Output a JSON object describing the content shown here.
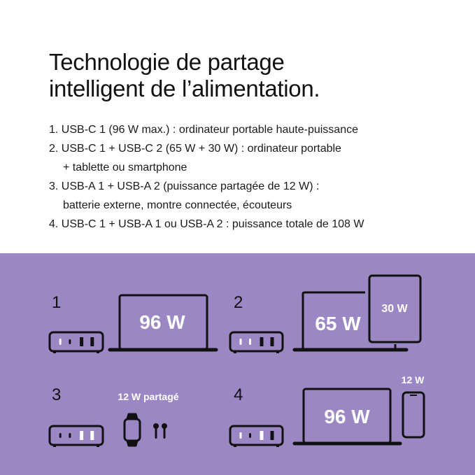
{
  "title": {
    "line1": "Technologie de partage",
    "line2": "intelligent de l’alimentation."
  },
  "modes": [
    {
      "line1": "1.  USB-C 1 (96 W max.) : ordinateur portable haute-puissance"
    },
    {
      "line1": "2. USB-C 1 + USB-C 2 (65 W + 30 W) : ordinateur portable",
      "line2": "+ tablette ou smartphone"
    },
    {
      "line1": "3. USB-A 1 + USB-A 2 (puissance partagée de 12 W) :",
      "line2": "batterie externe, montre connectée, écouteurs"
    },
    {
      "line1": "4. USB-C 1 + USB-A 1 ou USB-A 2 : puissance totale de 108 W"
    }
  ],
  "colors": {
    "panel": "#9b87c4",
    "ink": "#111111",
    "active_port": "#ffffff"
  },
  "diagrams": [
    {
      "number": "1",
      "laptop_watt": "96 W",
      "active_ports": [
        true,
        false,
        false,
        false
      ]
    },
    {
      "number": "2",
      "laptop_watt": "65 W",
      "tablet_watt": "30 W",
      "active_ports": [
        true,
        true,
        false,
        false
      ]
    },
    {
      "number": "3",
      "shared_label": "12 W partagé",
      "active_ports": [
        false,
        false,
        true,
        true
      ]
    },
    {
      "number": "4",
      "laptop_watt": "96 W",
      "phone_watt": "12 W",
      "active_ports": [
        true,
        false,
        true,
        false
      ]
    }
  ]
}
